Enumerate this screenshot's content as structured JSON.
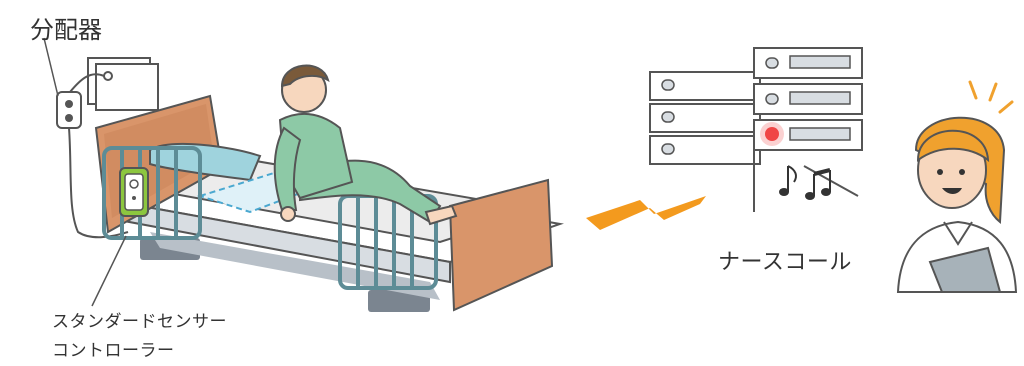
{
  "labels": {
    "distributor": "分配器",
    "controller_line1": "スタンダードセンサー",
    "controller_line2": "コントローラー",
    "nurse_call": "ナースコール"
  },
  "colors": {
    "bed_wood": "#d9956a",
    "rail": "#5d8c96",
    "mattress": "#ececec",
    "pajama": "#8dc9a6",
    "pillow": "#9fd3dd",
    "sensor_green": "#8cc63f",
    "signal_orange": "#f39a1e",
    "alert_red": "#f04646",
    "nurse_hair": "#f0a12e"
  },
  "icons": {
    "music": "music-notes-icon",
    "signal": "lightning-icon"
  }
}
